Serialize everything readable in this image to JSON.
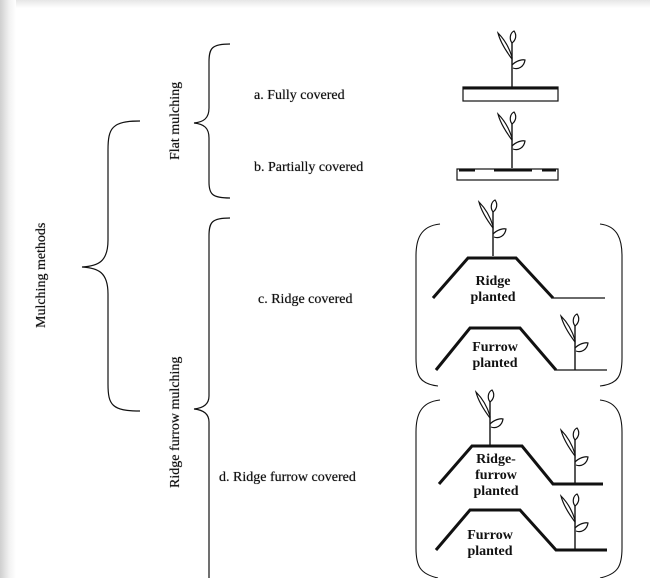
{
  "root_label": "Mulching methods",
  "groups": {
    "flat": "Flat mulching",
    "ridge": "Ridge furrow mulching"
  },
  "methods": {
    "a": "a. Fully covered",
    "b": "b. Partially covered",
    "c": "c. Ridge covered",
    "d": "d. Ridge furrow covered"
  },
  "panel_c": {
    "top": "Ridge planted",
    "bottom": "Furrow planted"
  },
  "panel_d": {
    "top": "Ridge-furrow planted",
    "bottom": "Furrow planted"
  },
  "colors": {
    "ink": "#111111",
    "mulch": "#111111",
    "background": "#ffffff"
  }
}
